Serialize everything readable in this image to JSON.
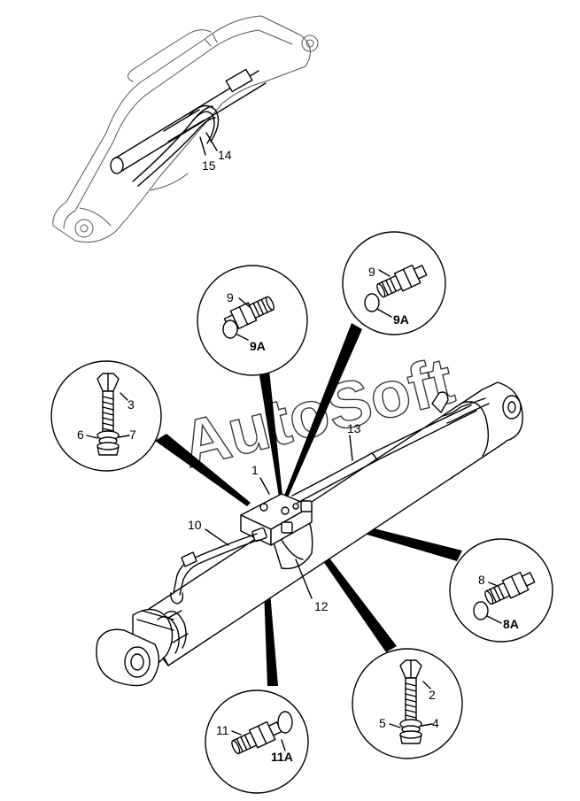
{
  "watermark": "AutoSoft",
  "overview_labels": {
    "hose_14": "14",
    "hose_15": "15"
  },
  "callouts": {
    "c1": "1",
    "c2": "2",
    "c3": "3",
    "c4": "4",
    "c5": "5",
    "c6": "6",
    "c7": "7",
    "c8": "8",
    "c8a": "8A",
    "c9_left": "9",
    "c9a_left": "9A",
    "c9_right": "9",
    "c9a_right": "9A",
    "c10": "10",
    "c11": "11",
    "c11a": "11A",
    "c12": "12",
    "c13": "13"
  },
  "colors": {
    "ink": "#000000",
    "paper": "#ffffff",
    "watermark_outline": "#3a3a3a"
  }
}
